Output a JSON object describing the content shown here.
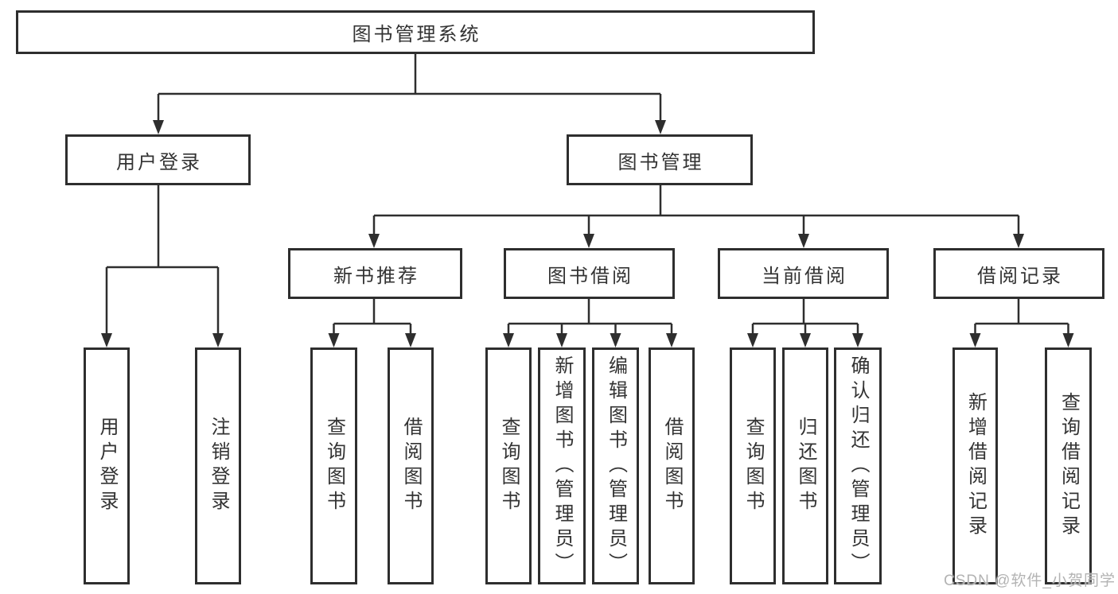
{
  "tree": {
    "root": "图书管理系统",
    "branches": [
      {
        "label": "用户登录",
        "children": [
          "用户登录",
          "注销登录"
        ]
      },
      {
        "label": "图书管理",
        "sections": [
          {
            "label": "新书推荐",
            "children": [
              "查询图书",
              "借阅图书"
            ]
          },
          {
            "label": "图书借阅",
            "children": [
              "查询图书",
              "新增图书（管理员）",
              "编辑图书（管理员）",
              "借阅图书"
            ]
          },
          {
            "label": "当前借阅",
            "children": [
              "查询图书",
              "归还图书",
              "确认归还（管理员）"
            ]
          },
          {
            "label": "借阅记录",
            "children": [
              "新增借阅记录",
              "查询借阅记录"
            ]
          }
        ]
      }
    ]
  },
  "watermark": "CSDN @软件_小贺同学",
  "colors": {
    "line": "#2e2e2e",
    "box_border": "#2e2e2e",
    "text": "#333333",
    "watermark": "#b3b3b3",
    "background": "#ffffff"
  }
}
